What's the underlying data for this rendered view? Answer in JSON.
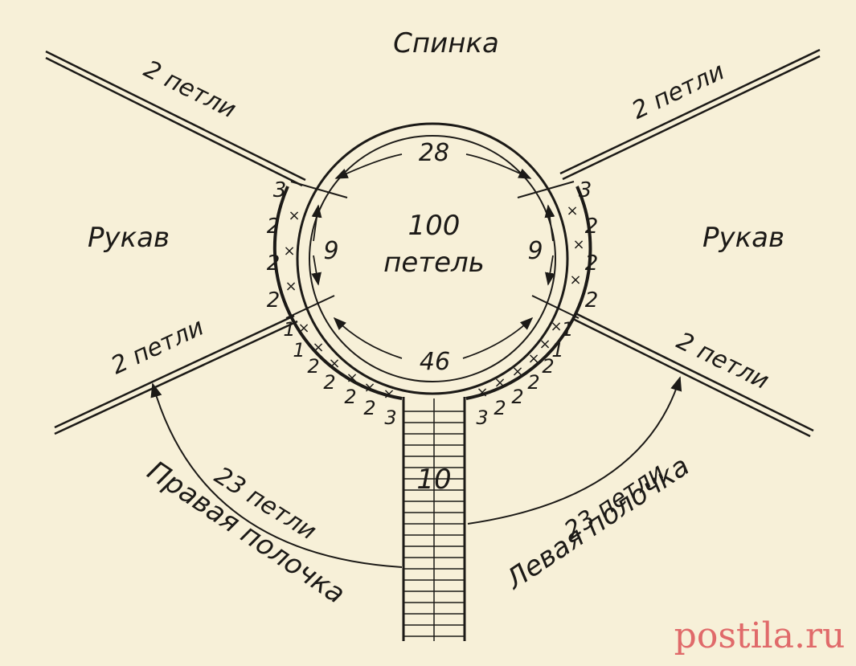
{
  "labels": {
    "back": "Спинка",
    "sleeve_left": "Рукав",
    "sleeve_right": "Рукав",
    "center_line1": "100",
    "center_line2": "петель",
    "top_count": "28",
    "bottom_count": "46",
    "side_left": "9",
    "side_right": "9",
    "raglan_tl": "2 петли",
    "raglan_tr": "2 петли",
    "raglan_bl": "2 петли",
    "raglan_br": "2 петли",
    "placket": "10",
    "right_front_count": "23 петли",
    "right_front_name": "Правая полочка",
    "left_front_count": "23 петли",
    "left_front_name": "Левая полочка",
    "watermark": "postila.ru"
  },
  "increments": {
    "left_upper": [
      "3",
      "2",
      "2",
      "2"
    ],
    "right_upper": [
      "3",
      "2",
      "2",
      "2"
    ],
    "left_lower": [
      "1",
      "1",
      "2",
      "2",
      "2",
      "2",
      "3"
    ],
    "right_lower": [
      "1",
      "1",
      "2",
      "2",
      "2",
      "2",
      "3"
    ]
  },
  "colors": {
    "ink": "#1c1a17",
    "paper": "#f7f0d8",
    "watermark": "#e06a6a"
  }
}
